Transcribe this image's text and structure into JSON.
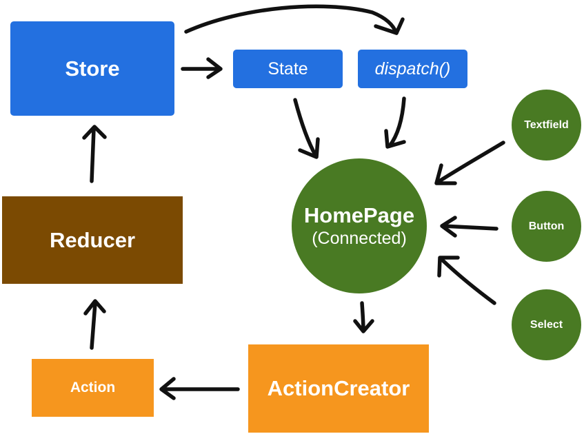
{
  "colors": {
    "blue": "#2370e0",
    "brown": "#7b4a02",
    "orange": "#f6961e",
    "green": "#497a23",
    "arrow": "#111111"
  },
  "nodes": {
    "store": "Store",
    "state": "State",
    "dispatch": "dispatch()",
    "reducer": "Reducer",
    "action": "Action",
    "action_creator": "ActionCreator",
    "homepage_title": "HomePage",
    "homepage_subtitle": "(Connected)",
    "textfield": "Textfield",
    "button": "Button",
    "select": "Select"
  }
}
